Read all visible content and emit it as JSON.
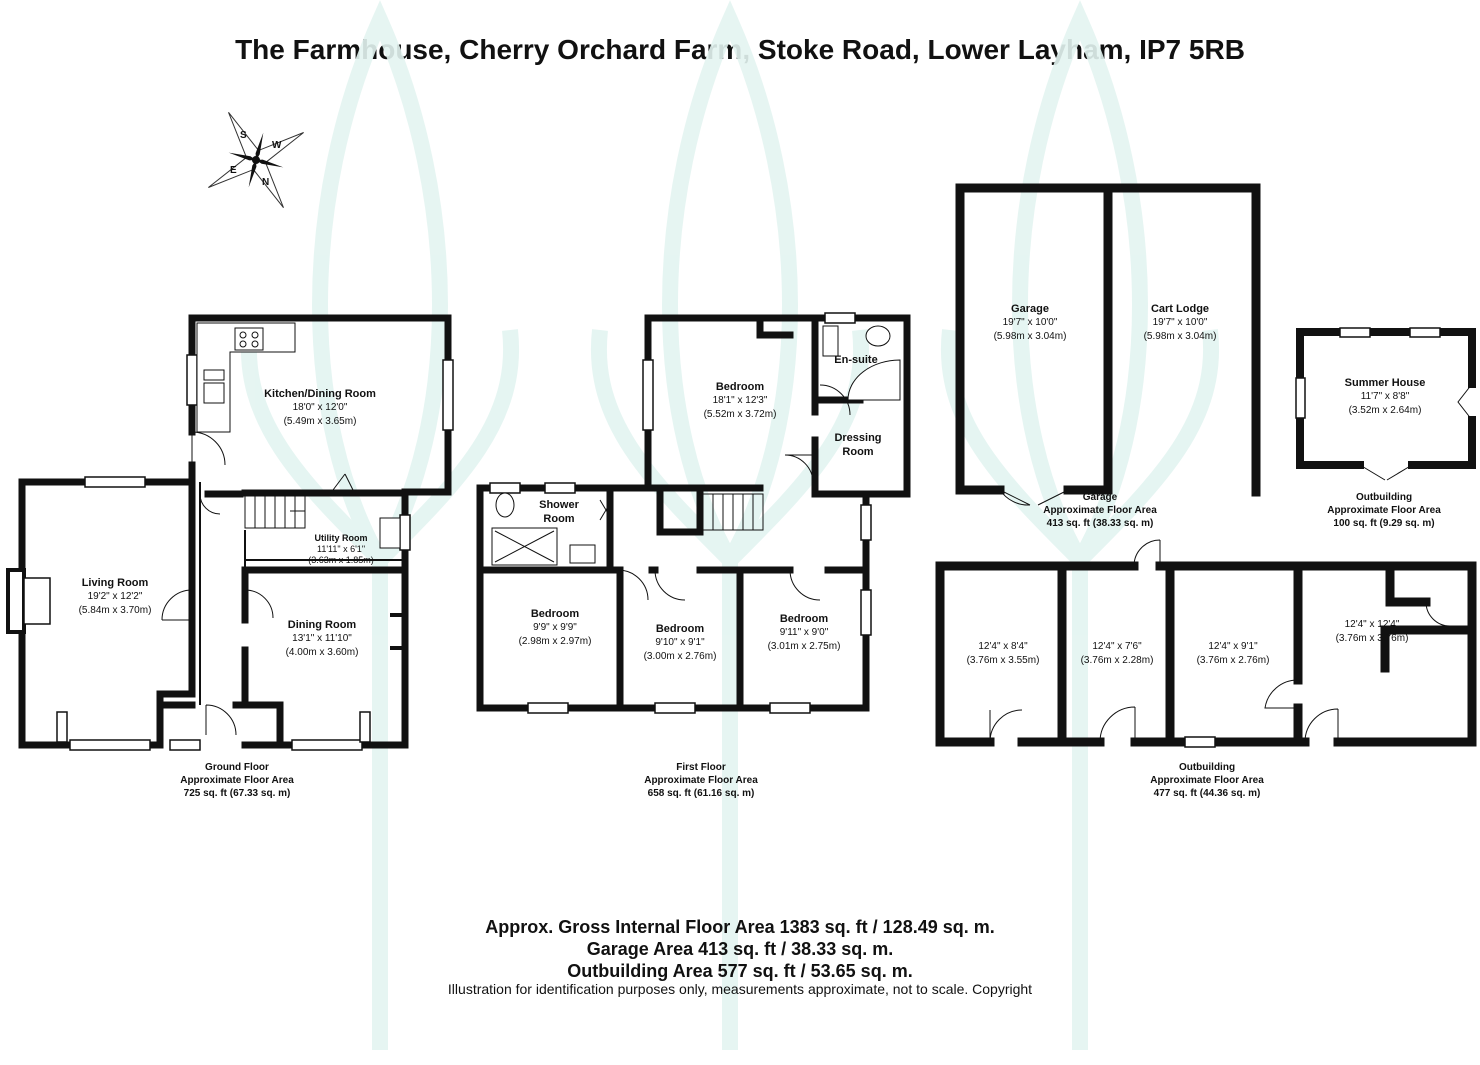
{
  "title": "The Farmhouse, Cherry Orchard Farm, Stoke Road, Lower Layham, IP7 5RB",
  "compass": {
    "letters": [
      "S",
      "W",
      "E",
      "N"
    ]
  },
  "ground_floor": {
    "rooms": [
      {
        "name": "Kitchen/Dining Room",
        "dim_imperial": "18'0\" x 12'0\"",
        "dim_metric": "(5.49m x 3.65m)"
      },
      {
        "name": "Living Room",
        "dim_imperial": "19'2\" x 12'2\"",
        "dim_metric": "(5.84m x 3.70m)"
      },
      {
        "name": "Utility Room",
        "dim_imperial": "11'11\" x 6'1\"",
        "dim_metric": "(3.63m x 1.85m)"
      },
      {
        "name": "Dining Room",
        "dim_imperial": "13'1\" x 11'10\"",
        "dim_metric": "(4.00m x 3.60m)"
      }
    ],
    "caption": [
      "Ground Floor",
      "Approximate Floor Area",
      "725 sq. ft (67.33 sq. m)"
    ]
  },
  "first_floor": {
    "rooms": [
      {
        "name": "Bedroom",
        "dim_imperial": "18'1\" x 12'3\"",
        "dim_metric": "(5.52m x 3.72m)"
      },
      {
        "name": "En-suite",
        "dim_imperial": "",
        "dim_metric": ""
      },
      {
        "name": "Dressing Room",
        "dim_imperial": "",
        "dim_metric": ""
      },
      {
        "name": "Shower Room",
        "dim_imperial": "",
        "dim_metric": ""
      },
      {
        "name": "Bedroom",
        "dim_imperial": "9'9\" x 9'9\"",
        "dim_metric": "(2.98m x 2.97m)"
      },
      {
        "name": "Bedroom",
        "dim_imperial": "9'10\" x 9'1\"",
        "dim_metric": "(3.00m x 2.76m)"
      },
      {
        "name": "Bedroom",
        "dim_imperial": "9'11\" x 9'0\"",
        "dim_metric": "(3.01m x 2.75m)"
      }
    ],
    "caption": [
      "First Floor",
      "Approximate Floor Area",
      "658 sq. ft (61.16 sq. m)"
    ]
  },
  "garage": {
    "rooms": [
      {
        "name": "Garage",
        "dim_imperial": "19'7\" x 10'0\"",
        "dim_metric": "(5.98m x 3.04m)"
      },
      {
        "name": "Cart Lodge",
        "dim_imperial": "19'7\" x 10'0\"",
        "dim_metric": "(5.98m x 3.04m)"
      }
    ],
    "caption": [
      "Garage",
      "Approximate Floor Area",
      "413 sq. ft (38.33 sq. m)"
    ]
  },
  "summer_house": {
    "rooms": [
      {
        "name": "Summer House",
        "dim_imperial": "11'7\" x 8'8\"",
        "dim_metric": "(3.52m x 2.64m)"
      }
    ],
    "caption": [
      "Outbuilding",
      "Approximate Floor Area",
      "100 sq. ft (9.29 sq. m)"
    ]
  },
  "outbuilding": {
    "rooms": [
      {
        "name": "",
        "dim_imperial": "12'4\" x 8'4\"",
        "dim_metric": "(3.76m x 3.55m)"
      },
      {
        "name": "",
        "dim_imperial": "12'4\" x 7'6\"",
        "dim_metric": "(3.76m x 2.28m)"
      },
      {
        "name": "",
        "dim_imperial": "12'4\" x 9'1\"",
        "dim_metric": "(3.76m x 2.76m)"
      },
      {
        "name": "",
        "dim_imperial": "12'4\" x 12'4\"",
        "dim_metric": "(3.76m x 3.76m)"
      }
    ],
    "caption": [
      "Outbuilding",
      "Approximate Floor Area",
      "477 sq. ft (44.36 sq. m)"
    ]
  },
  "summary": [
    "Approx. Gross Internal Floor Area 1383 sq. ft / 128.49 sq. m.",
    "Garage Area 413 sq. ft / 38.33 sq. m.",
    "Outbuilding Area 577 sq. ft / 53.65 sq. m."
  ],
  "disclaimer": "Illustration for identification purposes only, measurements approximate, not to scale. Copyright",
  "colors": {
    "wall": "#111111",
    "watermark": "#e3f4f1",
    "background": "#ffffff"
  }
}
